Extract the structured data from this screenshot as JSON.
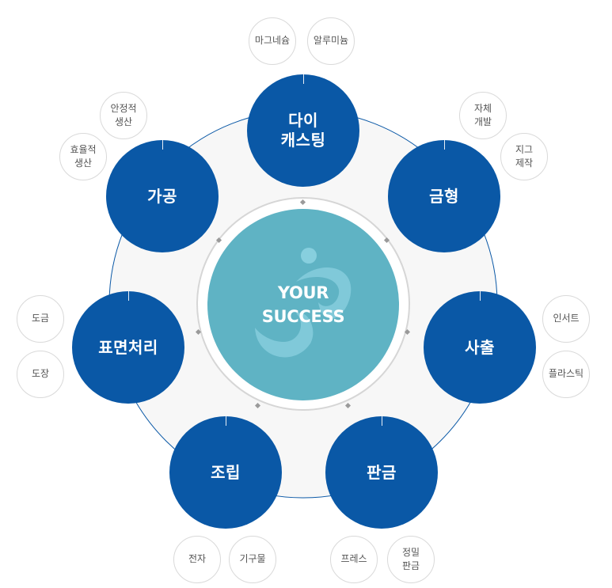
{
  "center": {
    "text": "YOUR\nSUCCESS"
  },
  "colors": {
    "node": "#0a58a6",
    "center": "#5fb3c4",
    "outer_ring": "#f7f7f7",
    "tag_border": "#d9d9d9"
  },
  "nodes": [
    {
      "label": "다이\n캐스팅",
      "tags": [
        "마그네슘",
        "알루미늄"
      ]
    },
    {
      "label": "금형",
      "tags": [
        "자체\n개발",
        "지그\n제작"
      ]
    },
    {
      "label": "사출",
      "tags": [
        "인서트",
        "플라스틱"
      ]
    },
    {
      "label": "판금",
      "tags": [
        "프레스",
        "정밀\n판금"
      ]
    },
    {
      "label": "조립",
      "tags": [
        "전자",
        "기구물"
      ]
    },
    {
      "label": "표면처리",
      "tags": [
        "도금",
        "도장"
      ]
    },
    {
      "label": "가공",
      "tags": [
        "안정적\n생산",
        "효율적\n생산"
      ]
    }
  ]
}
